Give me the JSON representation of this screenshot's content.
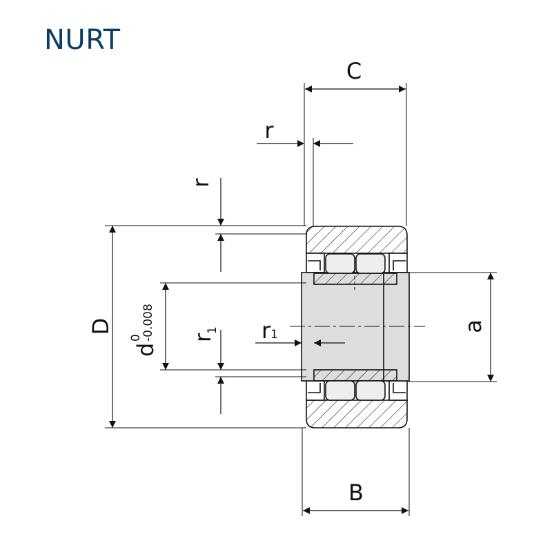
{
  "title": "NURT",
  "colors": {
    "title": "#0e3d63",
    "line": "#111111",
    "inner_ring_fill": "#dddddd",
    "roller_fill": "#eeeeee"
  },
  "labels": {
    "C": "C",
    "r_top": "r",
    "r_left": "r",
    "D": "D",
    "d": "d",
    "d_upper": "0",
    "d_lower": "-0.008",
    "r1_left_base": "r",
    "r1_left_sub": "1",
    "r1_mid_base": "r",
    "r1_mid_sub": "1",
    "a": "a",
    "B": "B"
  }
}
